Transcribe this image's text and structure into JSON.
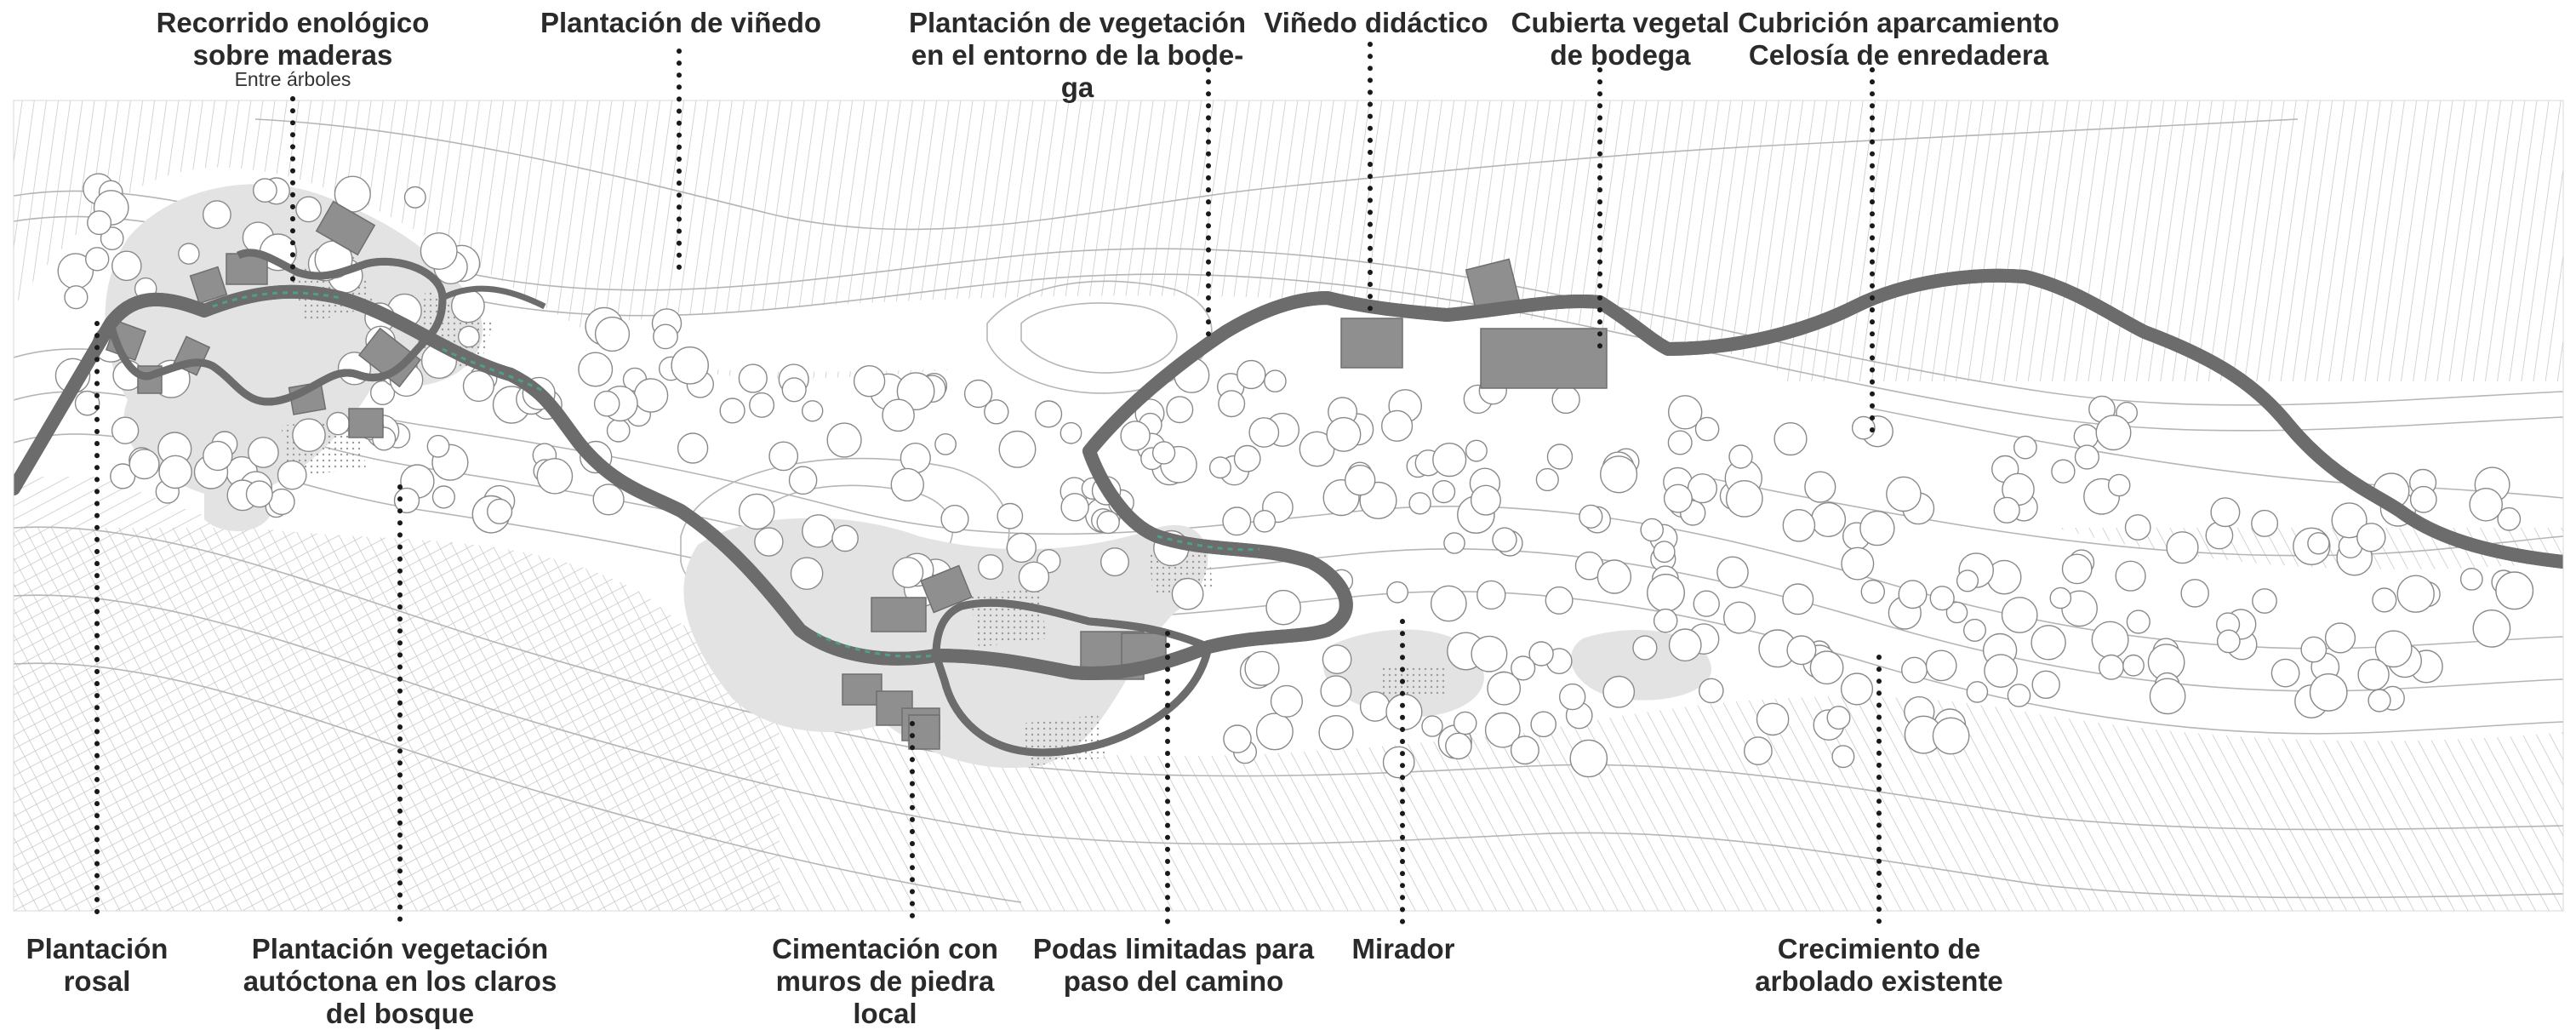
{
  "labels_top": [
    {
      "id": "recorrido",
      "text": "Recorrido enológico\nsobre maderas"
    },
    {
      "id": "plantacion-vinedo",
      "text": "Plantación de viñedo"
    },
    {
      "id": "plantacion-vegetacion-bodega",
      "text": "Plantación de vegetación\nen el entorno de la bode-\nga"
    },
    {
      "id": "vinedo-didactico",
      "text": "Viñedo didáctico"
    },
    {
      "id": "cubierta-vegetal",
      "text": "Cubierta vegetal\nde bodega"
    },
    {
      "id": "cubricion-aparcamiento",
      "text": "Cubrición aparcamiento\nCelosía de enredadera"
    }
  ],
  "sublabel_recorrido": "Entre árboles",
  "labels_bottom": [
    {
      "id": "plantacion-rosal",
      "text": "Plantación\nrosal"
    },
    {
      "id": "plantacion-autoctona",
      "text": "Plantación vegetación\nautóctona en los claros\ndel bosque"
    },
    {
      "id": "cimentacion",
      "text": "Cimentación con\nmuros de piedra\nlocal"
    },
    {
      "id": "podas",
      "text": "Podas limitadas para\npaso del camino"
    },
    {
      "id": "mirador",
      "text": "Mirador"
    },
    {
      "id": "crecimiento",
      "text": "Crecimiento de\narbolado existente"
    }
  ],
  "colors": {
    "path": "#8c8c8c",
    "building": "#8f8f8f",
    "shade": "#e3e3e3",
    "contour": "#b5b5b5",
    "accent": "#4e9e8c"
  }
}
